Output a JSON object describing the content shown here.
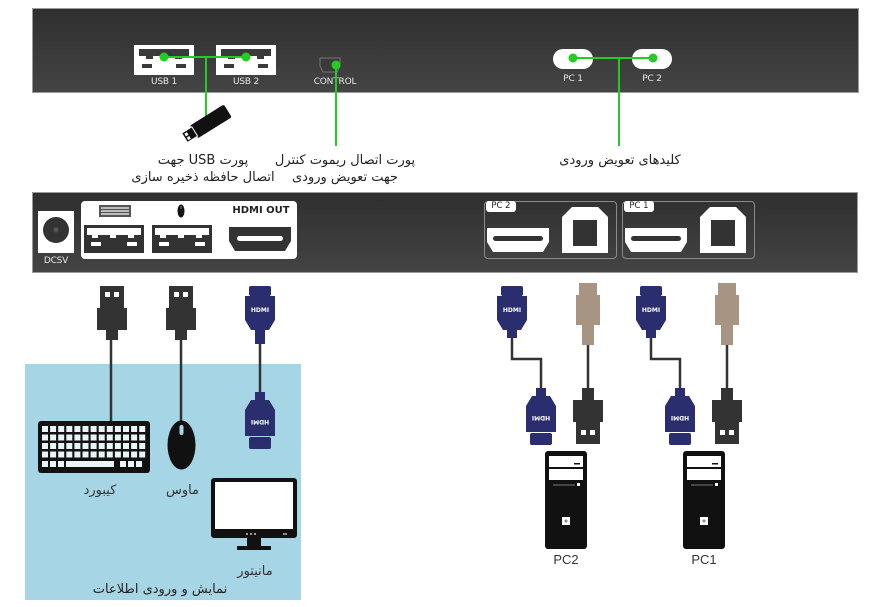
{
  "front_panel": {
    "ports": {
      "usb1": "USB 1",
      "usb2": "USB 2",
      "control": "CONTROL",
      "pc1_button": "PC 1",
      "pc2_button": "PC 2"
    },
    "callouts": {
      "usb_storage_line1": "پورت USB جهت",
      "usb_storage_line2": "اتصال حافظه ذخیره سازی",
      "control_line1": "پورت اتصال ریموت کنترل",
      "control_line2": "جهت تعویض ورودی",
      "switch_buttons": "کلیدهای تعویض ورودی"
    },
    "accent_color": "#22cc22"
  },
  "rear_panel": {
    "power_label": "DCSV",
    "hdmi_out_label": "HDMI OUT",
    "pc2_group_label": "PC 2",
    "pc1_group_label": "PC 1"
  },
  "peripherals": {
    "keyboard_label": "کیبورد",
    "mouse_label": "ماوس",
    "monitor_label": "مانیتور",
    "area_title": "نمایش و ورودی اطلاعات",
    "area_color": "#a6d5e6"
  },
  "connectors": {
    "hdmi_text": "HDMI",
    "hdmi_color": "#2a2d6e",
    "usb_a_color": "#333333",
    "usb_b_color": "#a89482"
  },
  "computers": {
    "pc2_label": "PC2",
    "pc1_label": "PC1"
  }
}
